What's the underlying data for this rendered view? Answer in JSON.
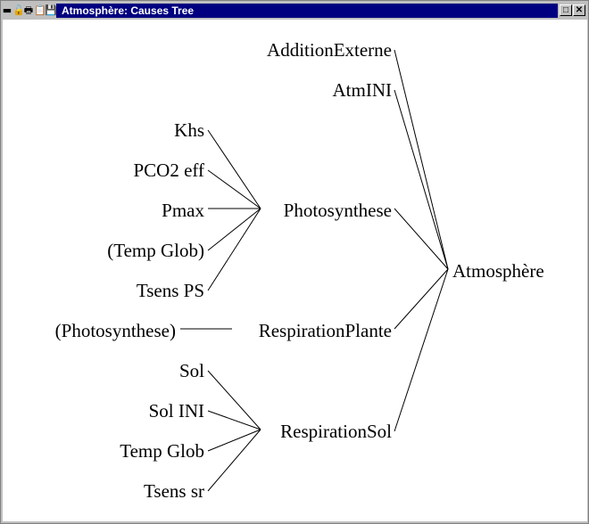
{
  "window": {
    "title": "Atmosphère: Causes Tree",
    "icons": [
      "minimize-bar-icon",
      "lock-icon",
      "print-icon",
      "clipboard-icon",
      "save-icon"
    ],
    "buttons": [
      "maximize",
      "close"
    ]
  },
  "tree": {
    "root": "Atmosphère",
    "level1": {
      "addition": "AdditionExterne",
      "atmini": "AtmINI",
      "photo": "Photosynthese",
      "resp_plante": "RespirationPlante",
      "resp_sol": "RespirationSol"
    },
    "level2": {
      "khs": "Khs",
      "pco2": "PCO2 eff",
      "pmax": "Pmax",
      "tempglob1": "(Temp Glob)",
      "tsensps": "Tsens PS",
      "photo_ref": "(Photosynthese)",
      "sol": "Sol",
      "solini": "Sol INI",
      "tempglob2": "Temp Glob",
      "tsenssr": "Tsens sr"
    },
    "edges": [
      [
        "addition",
        "root"
      ],
      [
        "atmini",
        "root"
      ],
      [
        "photo",
        "root"
      ],
      [
        "resp_plante",
        "root"
      ],
      [
        "resp_sol",
        "root"
      ],
      [
        "khs",
        "photo"
      ],
      [
        "pco2",
        "photo"
      ],
      [
        "pmax",
        "photo"
      ],
      [
        "tempglob1",
        "photo"
      ],
      [
        "tsensps",
        "photo"
      ],
      [
        "photo_ref",
        "resp_plante"
      ],
      [
        "sol",
        "resp_sol"
      ],
      [
        "solini",
        "resp_sol"
      ],
      [
        "tempglob2",
        "resp_sol"
      ],
      [
        "tsenssr",
        "resp_sol"
      ]
    ]
  }
}
